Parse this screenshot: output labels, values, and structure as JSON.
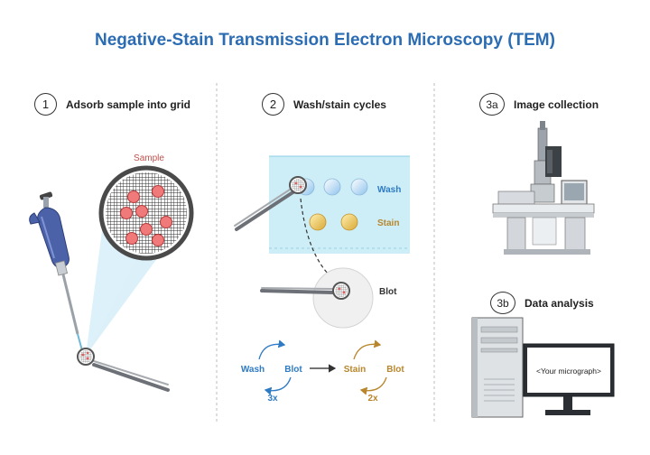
{
  "title": "Negative-Stain Transmission Electron Microscopy (TEM)",
  "steps": [
    {
      "number": "1",
      "label": "Adsorb sample into grid"
    },
    {
      "number": "2",
      "label": "Wash/stain cycles"
    },
    {
      "number": "3a",
      "label": "Image collection"
    },
    {
      "number": "3b",
      "label": "Data analysis"
    }
  ],
  "labels": {
    "sample": "Sample",
    "wash": "Wash",
    "stain": "Stain",
    "blot": "Blot"
  },
  "cycles": [
    {
      "left": "Wash",
      "right": "Blot",
      "count": "3x"
    },
    {
      "left": "Stain",
      "right": "Blot",
      "count": "2x"
    }
  ],
  "monitor_text": "<Your micrograph>",
  "colors": {
    "title": "#2b6cb3",
    "wash": "#2e7bc4",
    "stain": "#b8862d",
    "sample": "#c0504d",
    "tray": "#cdeef7"
  }
}
